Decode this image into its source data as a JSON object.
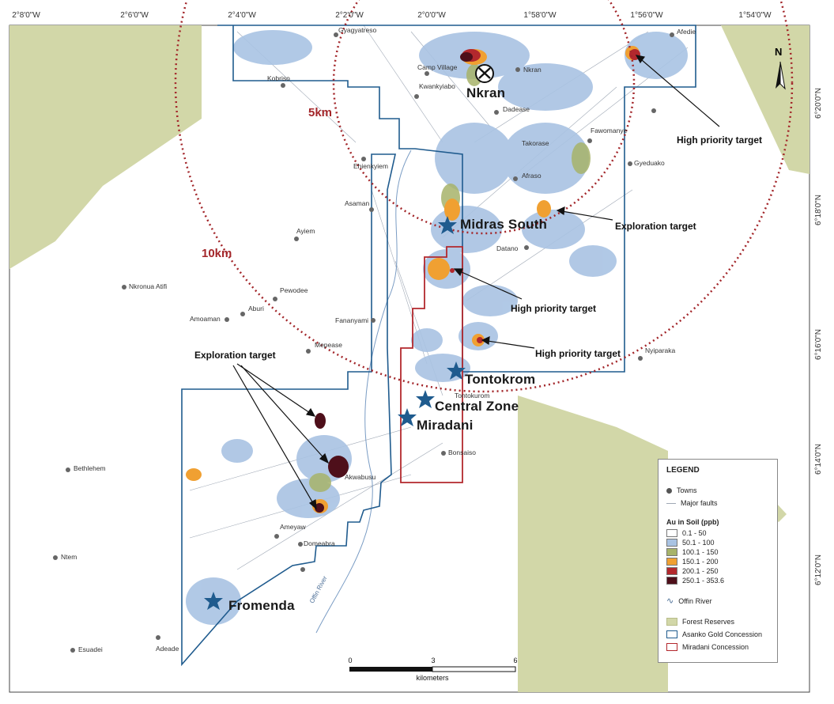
{
  "coords": {
    "top": [
      "2°8'0\"W",
      "2°6'0\"W",
      "2°4'0\"W",
      "2°2'0\"W",
      "2°0'0\"W",
      "1°58'0\"W",
      "1°56'0\"W",
      "1°54'0\"W"
    ],
    "right": [
      "6°20'0\"N",
      "6°18'0\"N",
      "6°16'0\"N",
      "6°14'0\"N",
      "6°12'0\"N"
    ]
  },
  "rings": {
    "inner_label": "5km",
    "outer_label": "10km"
  },
  "north_label": "N",
  "deposits": {
    "nkran": "Nkran",
    "midras_south": "Midras South",
    "tontokrom": "Tontokrom",
    "central_zone": "Central Zone",
    "miradani": "Miradani",
    "fromenda": "Fromenda"
  },
  "annotations": {
    "hp1": "High priority target",
    "exp1": "Exploration target",
    "hp2": "High priority target",
    "hp3": "High priority target",
    "exp2": "Exploration target"
  },
  "towns": {
    "gyagyatreso": "Gyagyatreso",
    "camp_village": "Camp Village",
    "nkran": "Nkran",
    "afedie": "Afedie",
    "kobriso": "Kobriso",
    "kwankyiabo": "Kwankyiabo",
    "dadease": "Dadease",
    "fawomanye": "Fawomanye",
    "takorase": "Takorase",
    "gyeduako": "Gyeduako",
    "ehienkyiem": "Ehienkyiem",
    "afraso": "Afraso",
    "asaman": "Asaman",
    "ayiem": "Ayiem",
    "datano": "Datano",
    "nkronua": "Nkronua Atifi",
    "pewodee": "Pewodee",
    "aburi": "Aburi",
    "amoaman": "Amoaman",
    "fananyami": "Fananyami",
    "mepease": "Mepease",
    "nyiparaka": "Nyiparaka",
    "tontokurom": "Tontokurom",
    "bonsaiso": "Bonsaiso",
    "akwabusu": "Akwabusu",
    "bethlehem": "Bethlehem",
    "ameyaw": "Ameyaw",
    "domeabra": "Domeabra",
    "ntem": "Ntem",
    "esuadei": "Esuadei",
    "adeade": "Adeade"
  },
  "river_label": "Offin River",
  "scale": {
    "ticks": [
      "0",
      "3",
      "6"
    ],
    "unit": "kilometers"
  },
  "legend": {
    "title": "LEGEND",
    "towns": "Towns",
    "faults": "Major faults",
    "au_title": "Au in Soil (ppb)",
    "classes": [
      {
        "label": "0.1 - 50",
        "color": "#ffffff"
      },
      {
        "label": "50.1 - 100",
        "color": "#a9c3e3"
      },
      {
        "label": "100.1 - 150",
        "color": "#a7b36a"
      },
      {
        "label": "150.1 - 200",
        "color": "#f0a032"
      },
      {
        "label": "200.1 - 250",
        "color": "#b3282d"
      },
      {
        "label": "250.1 - 353.6",
        "color": "#4e0f1a"
      }
    ],
    "river": "Offin River",
    "forest": "Forest Reserves",
    "asanko": "Asanko Gold Concession",
    "miradani": "Miradani Concession"
  },
  "colors": {
    "forest": "#d2d7a8",
    "asanko_boundary": "#1f5b8e",
    "miradani_boundary": "#b3282d",
    "ring": "#a3262a",
    "soil_low": "#a9c3e3",
    "soil_mid": "#a7b36a",
    "soil_high": "#f0a032",
    "soil_vhigh": "#b3282d",
    "soil_max": "#4e0f1a"
  }
}
